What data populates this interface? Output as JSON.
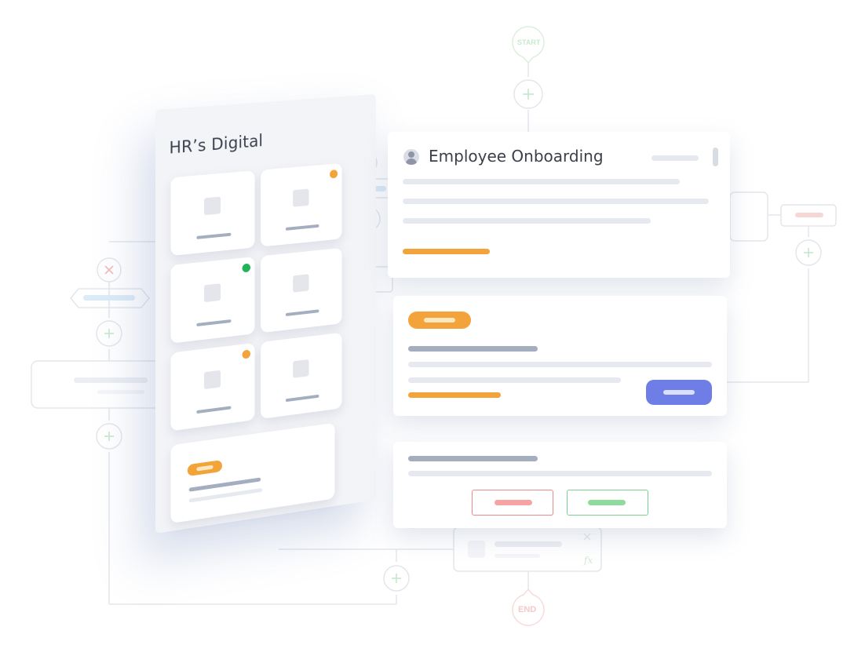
{
  "phone": {
    "title": "HR’s Digital"
  },
  "onboarding_card": {
    "title": "Employee Onboarding"
  },
  "flow": {
    "start_label": "START",
    "end_label": "END",
    "formula_label": "fx"
  },
  "colors": {
    "accent_orange": "#f2a33a",
    "accent_blue": "#6e7ee6",
    "status_green": "#22b25a",
    "flow_green": "#bfe8c6",
    "flow_red": "#f6c7c7"
  }
}
